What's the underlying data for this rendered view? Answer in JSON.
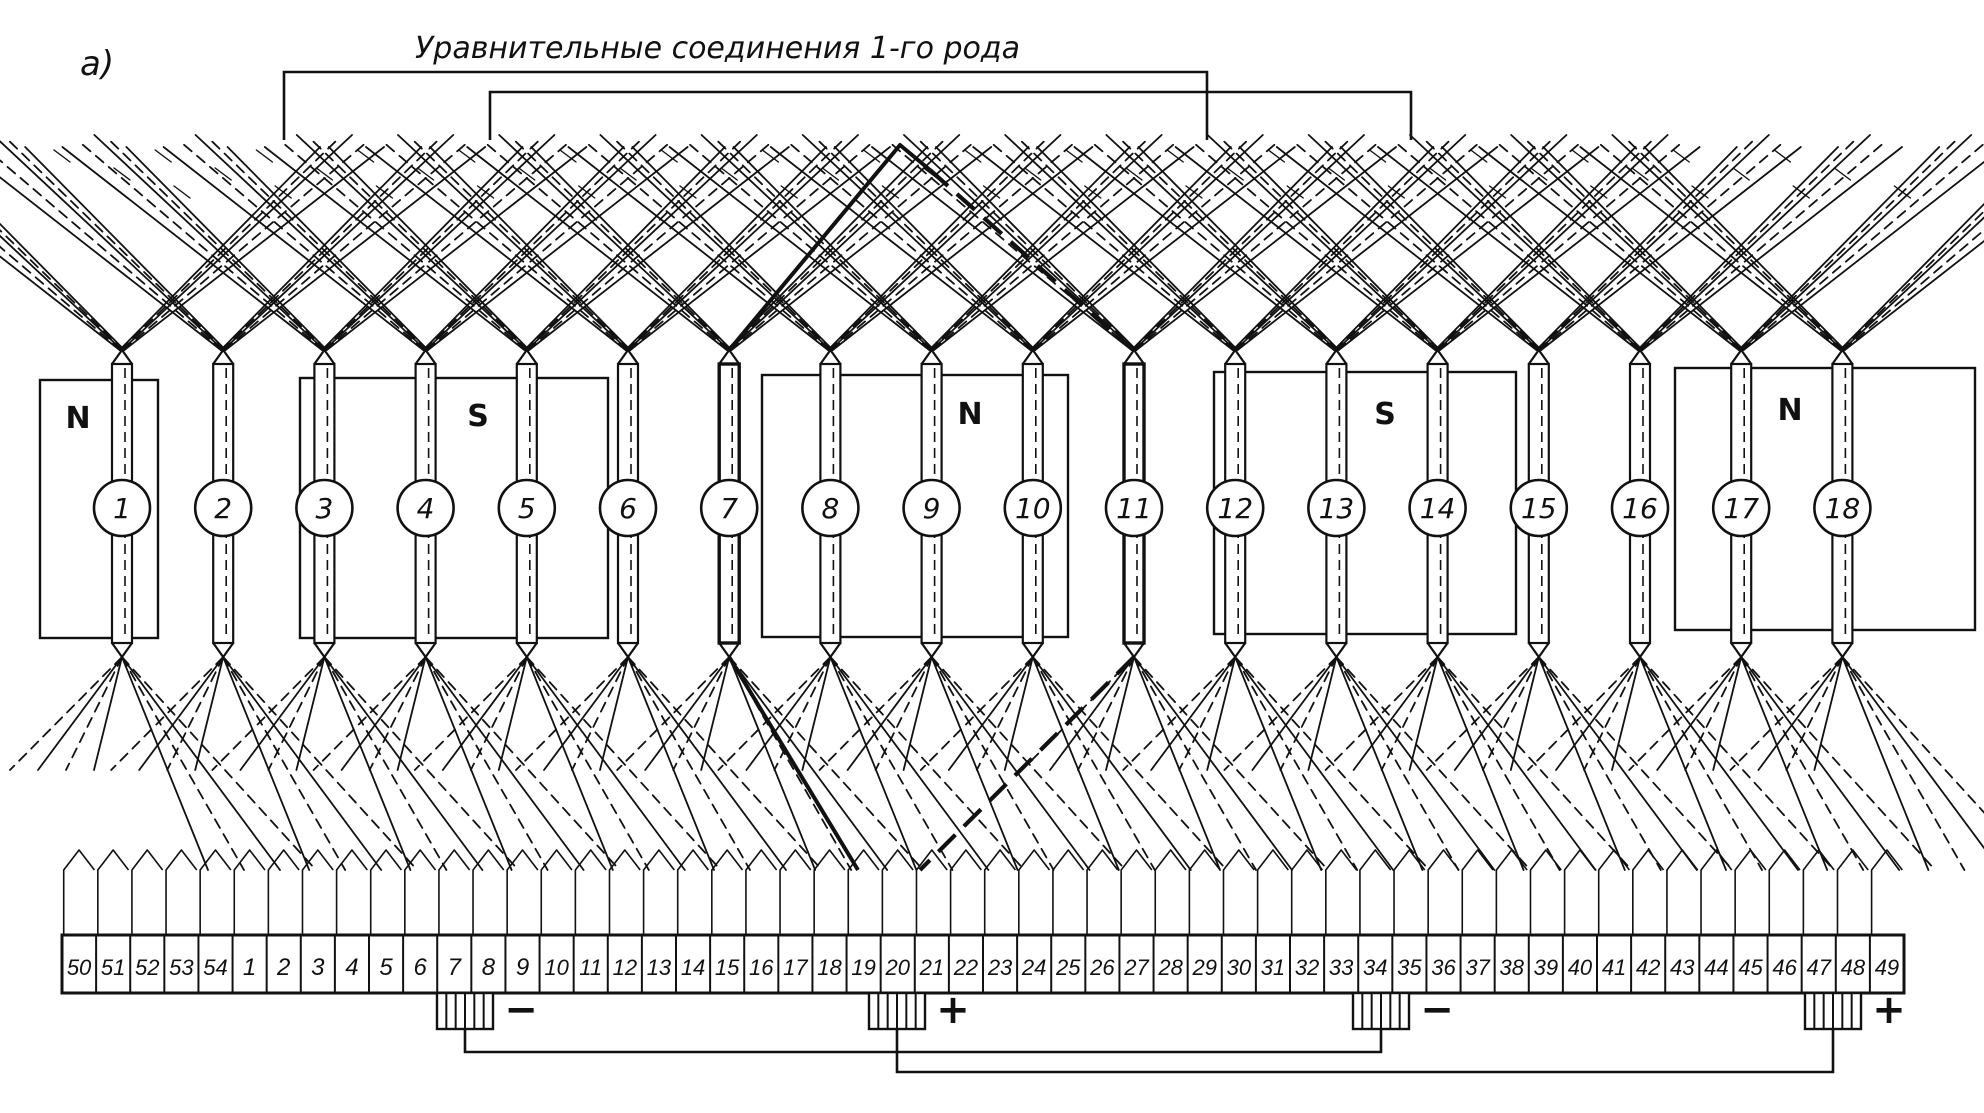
{
  "diagram": {
    "panel_label": "а)",
    "equalizer_label": "Уравнительные соединения 1-го рода",
    "slots": [
      "1",
      "2",
      "3",
      "4",
      "5",
      "6",
      "7",
      "8",
      "9",
      "10",
      "11",
      "12",
      "13",
      "14",
      "15",
      "16",
      "17",
      "18"
    ],
    "poles": [
      {
        "label": "N"
      },
      {
        "label": "S"
      },
      {
        "label": "N"
      },
      {
        "label": "S"
      },
      {
        "label": "N"
      }
    ],
    "commutator_segments": [
      "50",
      "51",
      "52",
      "53",
      "54",
      "1",
      "2",
      "3",
      "4",
      "5",
      "6",
      "7",
      "8",
      "9",
      "10",
      "11",
      "12",
      "13",
      "14",
      "15",
      "16",
      "17",
      "18",
      "19",
      "20",
      "21",
      "22",
      "23",
      "24",
      "25",
      "26",
      "27",
      "28",
      "29",
      "30",
      "31",
      "32",
      "33",
      "34",
      "35",
      "36",
      "37",
      "38",
      "39",
      "40",
      "41",
      "42",
      "43",
      "44",
      "45",
      "46",
      "47",
      "48",
      "49"
    ],
    "brushes": [
      {
        "polarity": "−"
      },
      {
        "polarity": "+"
      },
      {
        "polarity": "−"
      },
      {
        "polarity": "+"
      }
    ]
  }
}
